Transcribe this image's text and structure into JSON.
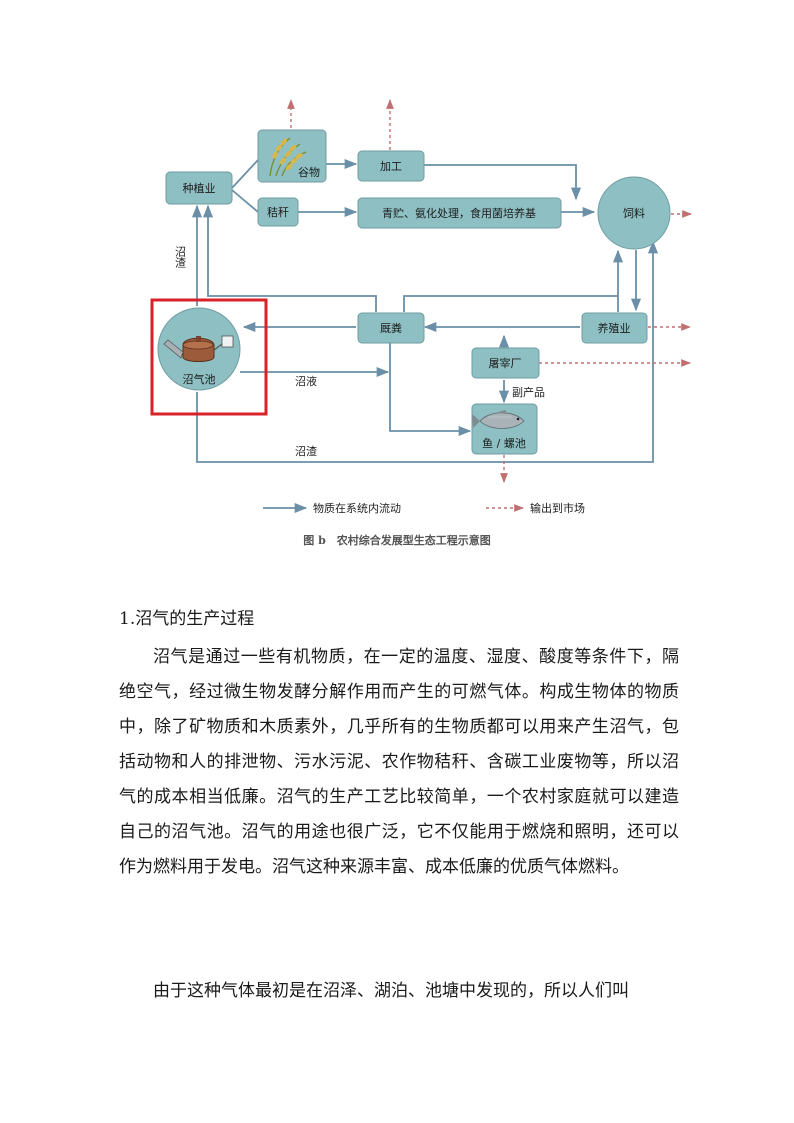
{
  "diagram": {
    "nodes": {
      "planting": "种植业",
      "grain": "谷物",
      "straw": "秸秆",
      "processing": "加工",
      "treatment": "青贮、氨化处理，食用菌培养基",
      "feed": "饲料",
      "manure": "厩粪",
      "livestock": "养殖业",
      "slaughter": "屠宰厂",
      "fishpond": "鱼 / 螺池",
      "biogas_pool": "沼气池"
    },
    "edge_labels": {
      "residue_up": "沼渣",
      "liquid": "沼液",
      "residue_bottom": "沼渣",
      "byproduct": "副产品"
    },
    "legend": {
      "internal_flow": "物质在系统内流动",
      "market_output": "输出到市场"
    },
    "colors": {
      "node_fill": "#8dbfc3",
      "flow_arrow": "#6a8fa6",
      "market_arrow": "#c07070",
      "highlight": "#d9212a"
    }
  },
  "caption": "图 b　农村综合发展型生态工程示意图",
  "section_title": "1.沼气的生产过程",
  "paragraphs": [
    "沼气是通过一些有机物质，在一定的温度、湿度、酸度等条件下，隔绝空气，经过微生物发酵分解作用而产生的可燃气体。构成生物体的物质中，除了矿物质和木质素外，几乎所有的生物质都可以用来产生沼气，包括动物和人的排泄物、污水污泥、农作物秸秆、含碳工业废物等，所以沼气的成本相当低廉。沼气的生产工艺比较简单，一个农村家庭就可以建造自己的沼气池。沼气的用途也很广泛，它不仅能用于燃烧和照明，还可以作为燃料用于发电。沼气这种来源丰富、成本低廉的优质气体燃料。",
    "由于这种气体最初是在沼泽、湖泊、池塘中发现的，所以人们叫"
  ]
}
